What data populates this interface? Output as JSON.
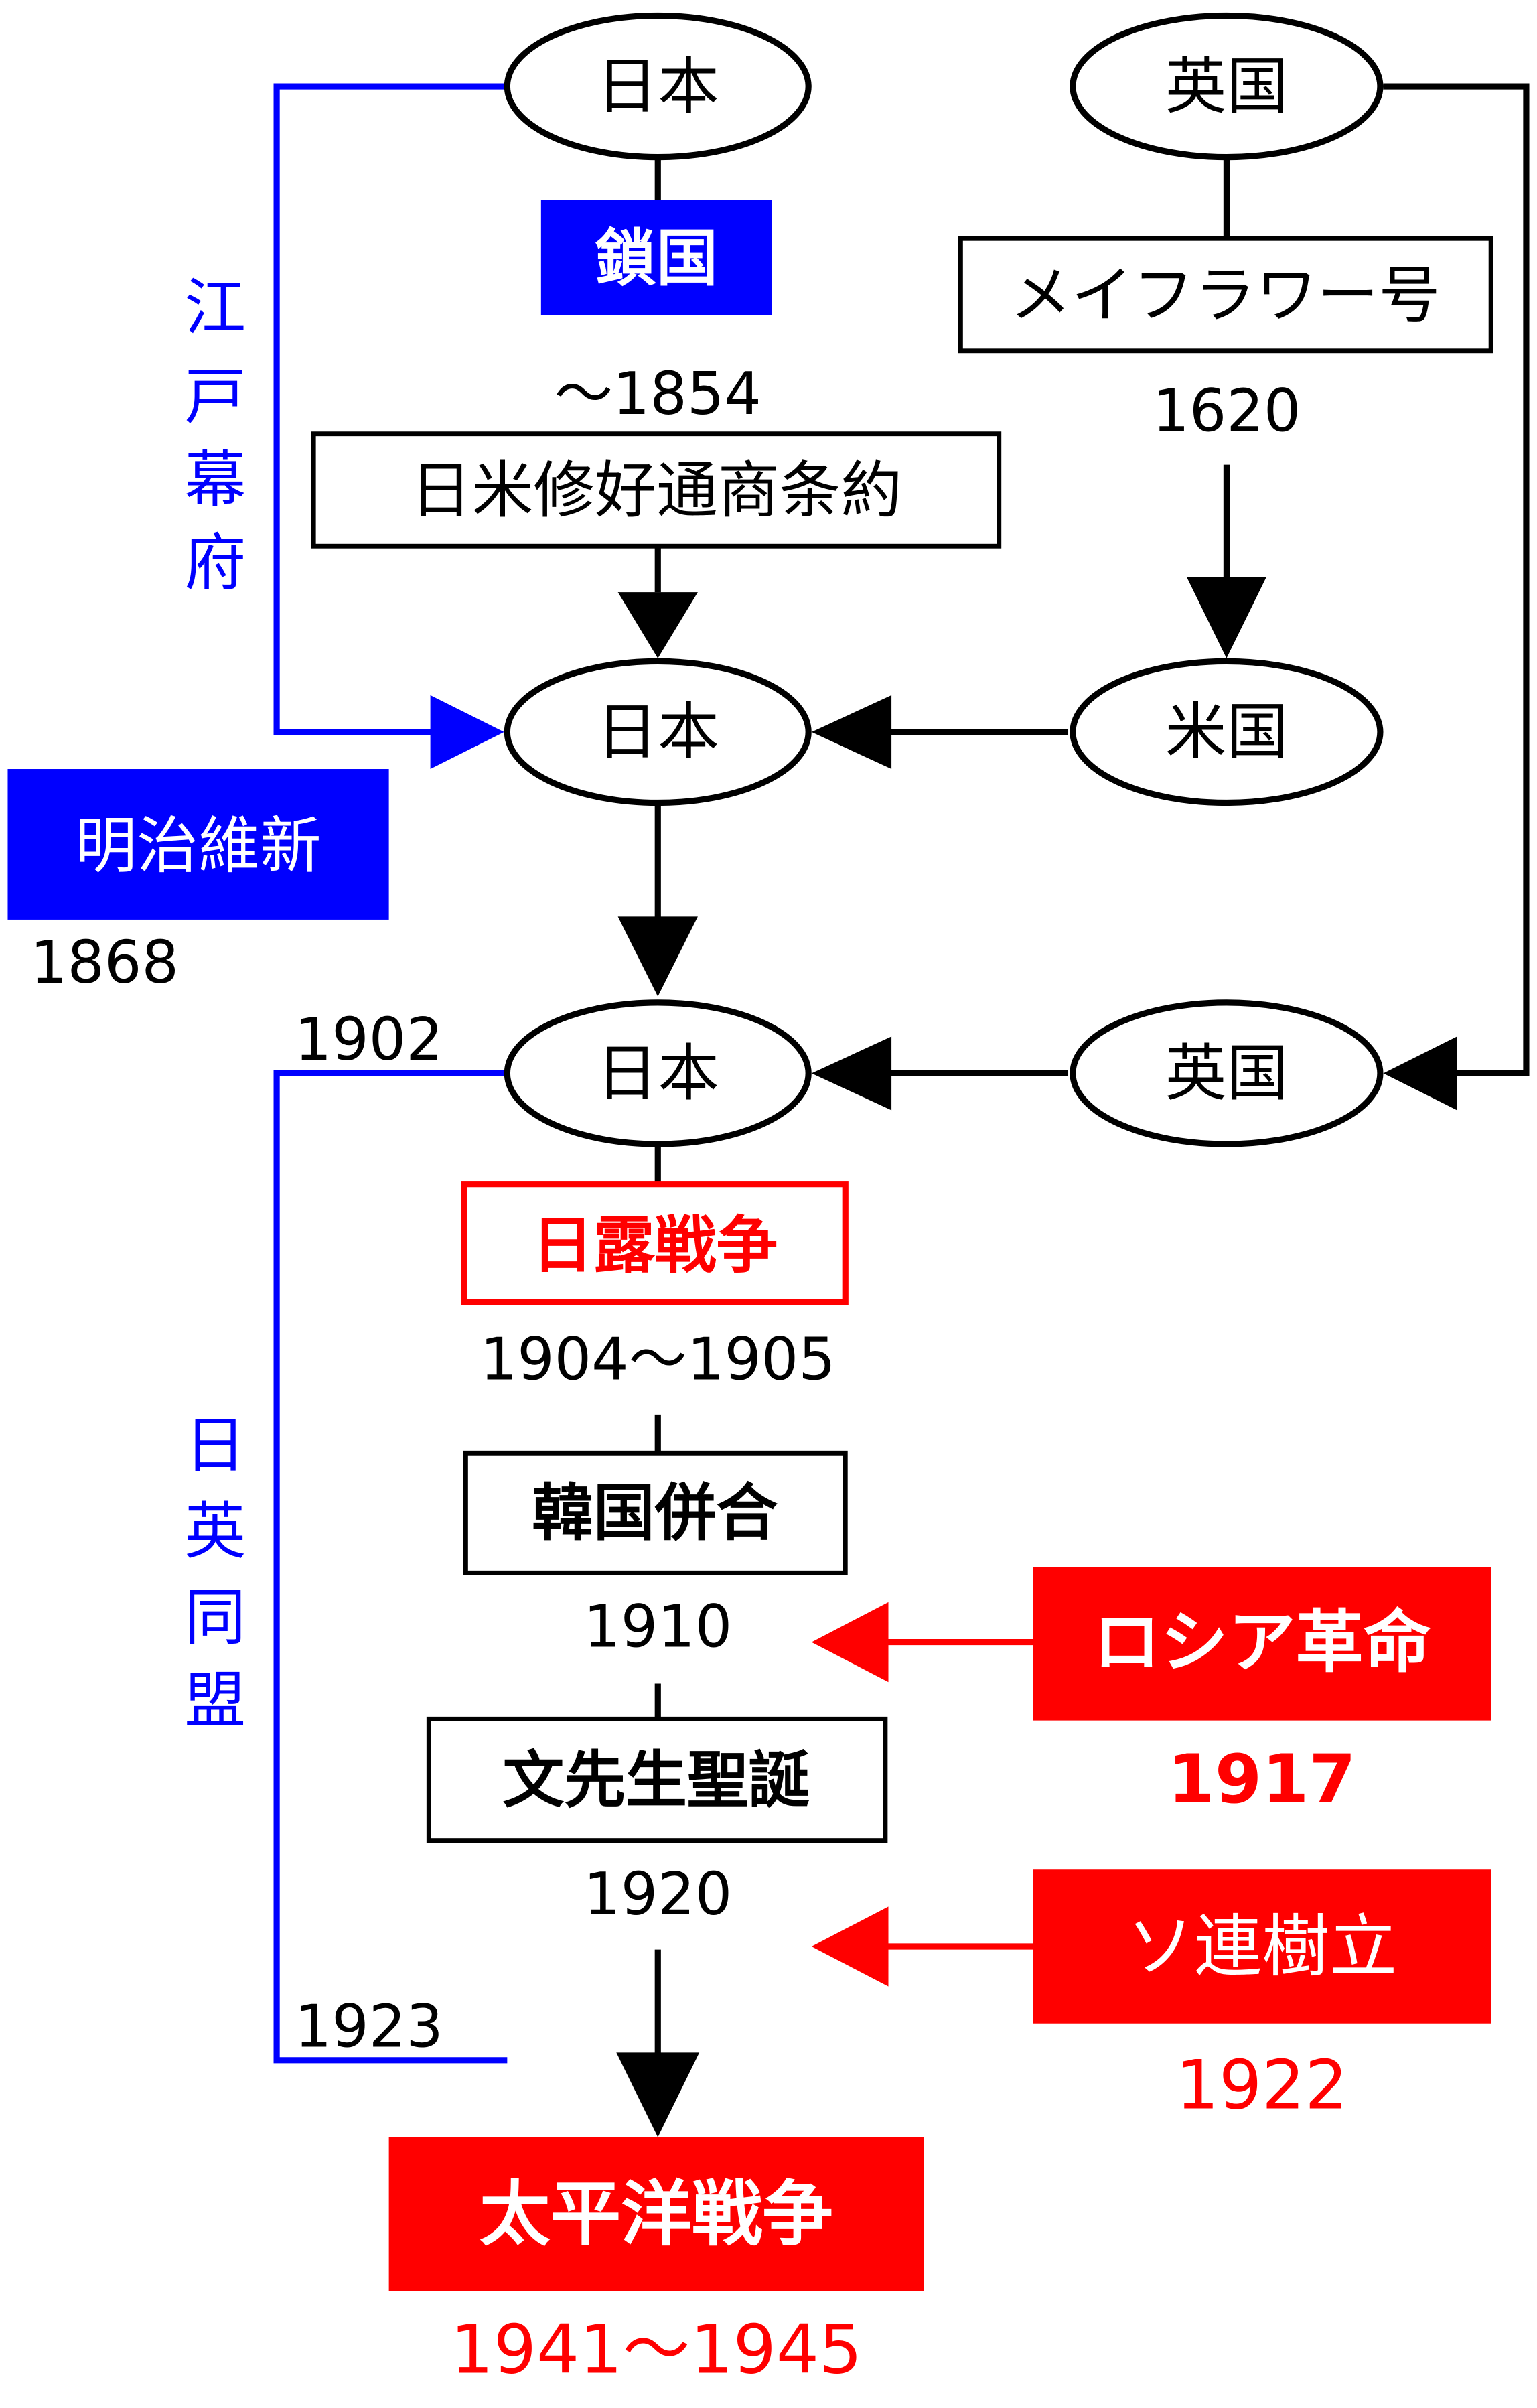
{
  "colors": {
    "blue": "#0000ff",
    "red": "#ff0000",
    "black": "#000000"
  },
  "nodes": {
    "japan_top": "日本",
    "britain_top": "英国",
    "sakoku": "鎖国",
    "mayflower": "メイフラワー号",
    "mayflower_year": "1620",
    "treaty_year": "～1854",
    "treaty": "日米修好通商条約",
    "japan_mid": "日本",
    "usa": "米国",
    "meiji": "明治維新",
    "meiji_year": "1868",
    "alliance_start": "1902",
    "japan_low": "日本",
    "britain_low": "英国",
    "russo_war": "日露戦争",
    "russo_war_year": "1904～1905",
    "annexation": "韓国併合",
    "annexation_year": "1910",
    "revolution": "ロシア革命",
    "revolution_year": "1917",
    "birth": "文先生聖誕",
    "birth_year": "1920",
    "ussr": "ソ連樹立",
    "ussr_year": "1922",
    "alliance_end": "1923",
    "pacific_war": "太平洋戦争",
    "pacific_war_year": "1941～1945"
  },
  "side_labels": {
    "edo": [
      "江",
      "戸",
      "幕",
      "府"
    ],
    "alliance": [
      "日",
      "英",
      "同",
      "盟"
    ]
  }
}
